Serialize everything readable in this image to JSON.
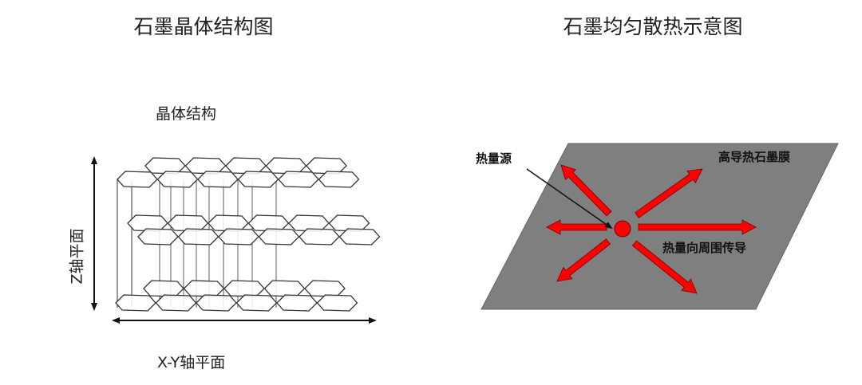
{
  "left_diagram": {
    "title": "石墨晶体结构图",
    "subtitle": "晶体结构",
    "z_axis_label": "Z轴平面",
    "xy_axis_label": "X-Y轴平面"
  },
  "right_diagram": {
    "title": "石墨均匀散热示意图",
    "heat_source_label": "热量源",
    "film_label": "高导热石墨膜",
    "conduction_label": "热量向周围传导"
  },
  "colors": {
    "film": "#7f7f80",
    "arrow": "#ff0000",
    "line": "#333333"
  }
}
